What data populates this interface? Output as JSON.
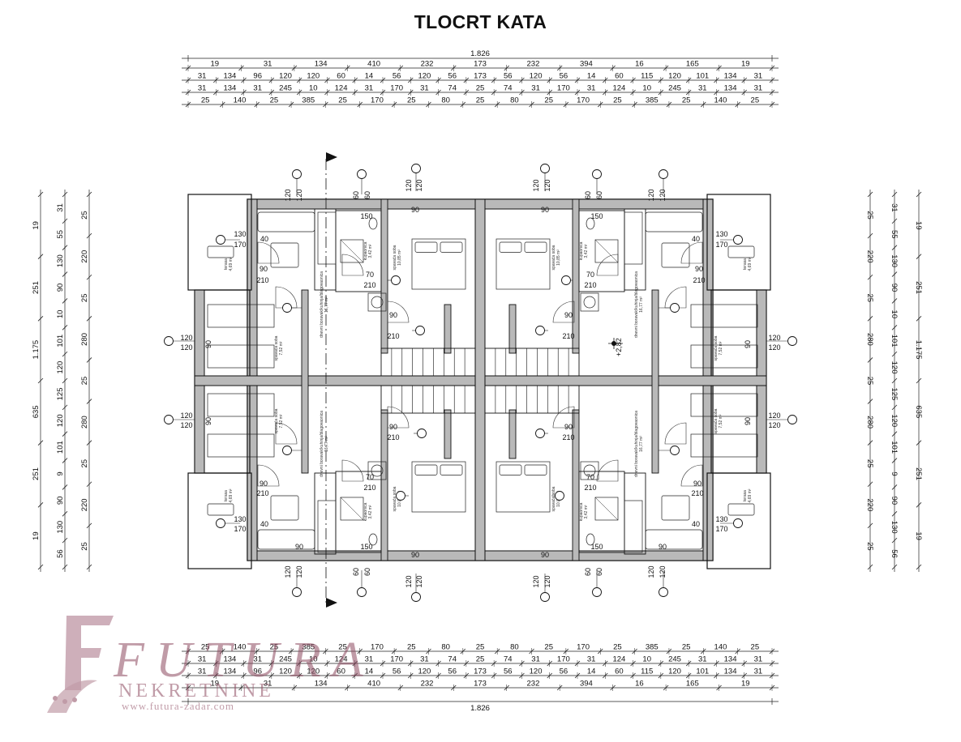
{
  "title": "TLOCRT KATA",
  "plan": {
    "total_width": "1.826",
    "total_height": "1.175",
    "elevation": "+2,82",
    "top_dims": [
      [
        "19",
        "31",
        "134",
        "410",
        "232",
        "173",
        "232",
        "394",
        "16",
        "165",
        "19"
      ],
      [
        "31",
        "134",
        "96",
        "120",
        "120",
        "60",
        "14",
        "56",
        "120",
        "56",
        "173",
        "56",
        "120",
        "56",
        "14",
        "60",
        "115",
        "120",
        "101",
        "134",
        "31"
      ],
      [
        "31",
        "134",
        "31",
        "245",
        "10",
        "124",
        "31",
        "170",
        "31",
        "74",
        "25",
        "74",
        "31",
        "170",
        "31",
        "124",
        "10",
        "245",
        "31",
        "134",
        "31"
      ],
      [
        "25",
        "140",
        "25",
        "385",
        "25",
        "170",
        "25",
        "80",
        "25",
        "80",
        "25",
        "170",
        "25",
        "385",
        "25",
        "140",
        "25"
      ]
    ],
    "side_dims_left": [
      [
        "19",
        "251",
        "1.175",
        "635",
        "251",
        "19"
      ],
      [
        "31",
        "55",
        "130",
        "90",
        "10",
        "101",
        "120",
        "125",
        "120",
        "101",
        "9",
        "90",
        "130",
        "56"
      ],
      [
        "25",
        "220",
        "25",
        "280",
        "25",
        "280",
        "25",
        "220",
        "25"
      ]
    ],
    "side_dims_right": [
      [
        "19",
        "251",
        "1.175",
        "635",
        "251",
        "19"
      ],
      [
        "31",
        "55",
        "130",
        "90",
        "10",
        "101",
        "120",
        "125",
        "120",
        "101",
        "9",
        "90",
        "130",
        "56"
      ],
      [
        "25",
        "220",
        "25",
        "280",
        "25",
        "280",
        "25",
        "220",
        "25"
      ]
    ],
    "openings": [
      "120",
      "120",
      "60",
      "60",
      "120",
      "120",
      "120",
      "120",
      "60",
      "60",
      "120",
      "120",
      "90",
      "90",
      "150",
      "150",
      "130",
      "170",
      "40",
      "90",
      "210",
      "70",
      "210",
      "90",
      "210",
      "120",
      "120",
      "90"
    ],
    "rooms": [
      {
        "name": "terasa",
        "area": "4,69 m²"
      },
      {
        "name": "spavaća soba",
        "area": "7,52 m²"
      },
      {
        "name": "kupaonica",
        "area": "3,42 m²"
      },
      {
        "name": "dnevni boravak/kuhinja/blagovaonica",
        "area": "16,77 m²"
      },
      {
        "name": "spavaća soba",
        "area": "10,85 m²"
      }
    ]
  },
  "watermark": {
    "brand": "FUTURA",
    "subtitle": "NEKRETNINE",
    "url": "www.futura-zadar.com",
    "color": "#8e4a61"
  }
}
